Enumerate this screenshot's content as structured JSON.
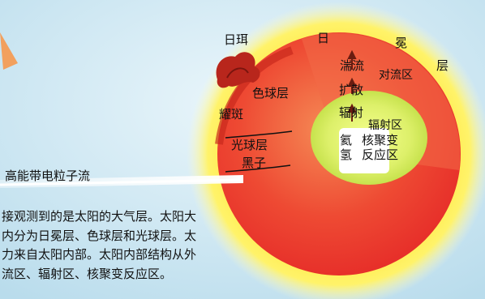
{
  "labels": {
    "sunspot": "日珥",
    "corona_1": "日",
    "corona_2": "冕",
    "corona_3": "层",
    "convection": "对流区",
    "turbulence": "湍流",
    "diffusion": "扩散",
    "chromosphere": "色球层",
    "flare": "耀斑",
    "radiation_arrow": "辐射",
    "radiation_zone": "辐射区",
    "photosphere": "光球层",
    "granule": "黑子",
    "helium": "氦",
    "hydrogen": "氢",
    "core_1": "核聚变",
    "core_2": "反应区",
    "particle_stream": "高能带电粒子流"
  },
  "caption": [
    "接观测到的是太阳的大气层。太阳大",
    "内分为日冕层、色球层和光球层。太",
    "力来自太阳内部。太阳内部结构从外",
    "流区、辐射区、核聚变反应区。"
  ]
}
